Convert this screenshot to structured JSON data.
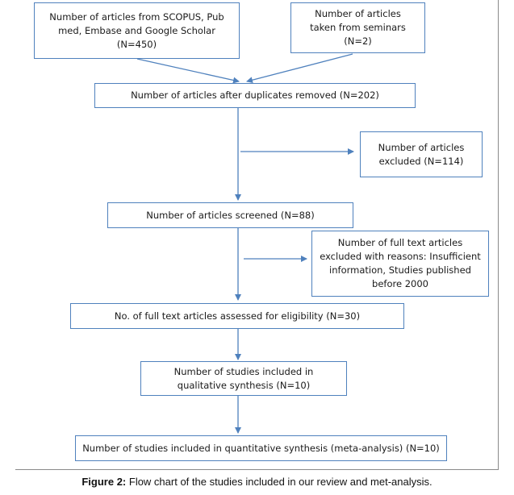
{
  "boxes": {
    "sources_db": "Number of articles from SCOPUS, Pub med, Embase and Google Scholar (N=450)",
    "sources_seminars": "Number of articles taken from seminars (N=2)",
    "after_duplicates": "Number of articles after duplicates removed (N=202)",
    "excluded": "Number of articles excluded (N=114)",
    "screened": "Number of articles screened (N=88)",
    "fulltext_excluded": "Number of full text articles excluded with reasons: Insufficient information, Studies published before 2000",
    "assessed": "No. of full text articles assessed for eligibility (N=30)",
    "qualitative": "Number of studies included in qualitative synthesis (N=10)",
    "quantitative": "Number of studies included in quantitative synthesis (meta-analysis) (N=10)"
  },
  "caption": {
    "label": "Figure 2:",
    "text": " Flow chart of the studies included in our review and met-analysis."
  },
  "colors": {
    "box_border": "#4f81bd",
    "arrow": "#4f81bd",
    "frame": "#8a8a8a"
  }
}
